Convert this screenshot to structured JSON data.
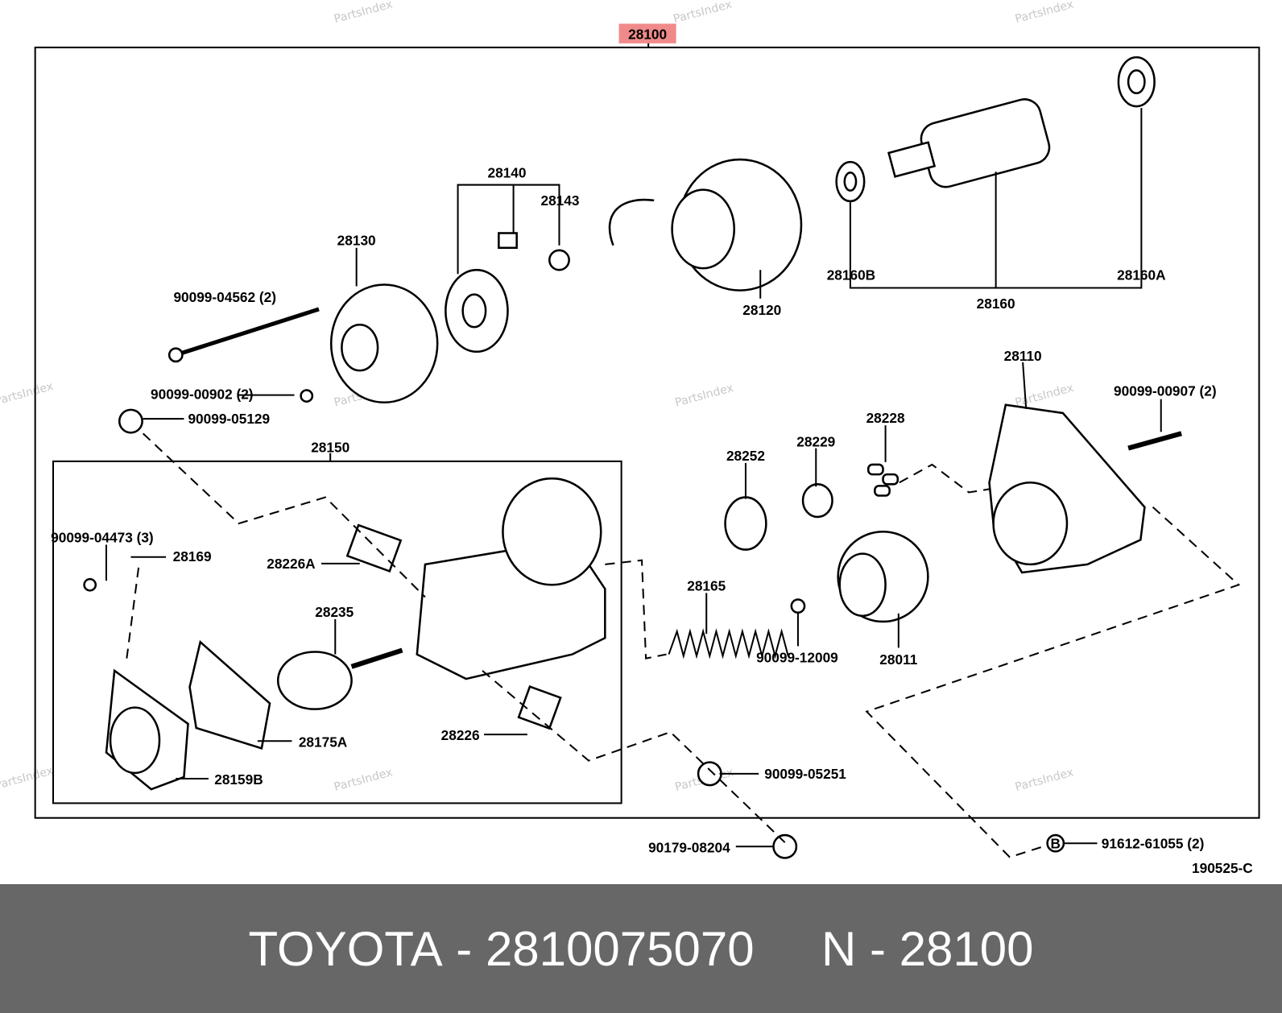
{
  "diagram": {
    "assembly_label": "28100",
    "highlight_color": "#f08a8a",
    "watermark": "PartsIndex",
    "diagram_code": "190525-C",
    "labels": {
      "p28140": "28140",
      "p28143": "28143",
      "p28130": "28130",
      "p90099_04562": "90099-04562 (2)",
      "p28120": "28120",
      "p28160B": "28160B",
      "p28160": "28160",
      "p28160A": "28160A",
      "p28110": "28110",
      "p90099_00907": "90099-00907 (2)",
      "p90099_00902": "90099-00902 (2)",
      "p90099_05129": "90099-05129",
      "p28150": "28150",
      "p28228": "28228",
      "p28229": "28229",
      "p28252": "28252",
      "p90099_04473": "90099-04473 (3)",
      "p28169": "28169",
      "p28226A": "28226A",
      "p28165": "28165",
      "p28235": "28235",
      "p90099_12009": "90099-12009",
      "p28011": "28011",
      "p28175A": "28175A",
      "p28226": "28226",
      "p28159B": "28159B",
      "p90099_05251": "90099-05251",
      "p90179_08204": "90179-08204",
      "p91612_61055": "91612-61055 (2)",
      "b_marker": "B"
    }
  },
  "footer": {
    "brand": "TOYOTA",
    "separator": " - ",
    "part_number": "2810075070",
    "short_prefix": "N",
    "short_code": "28100"
  }
}
